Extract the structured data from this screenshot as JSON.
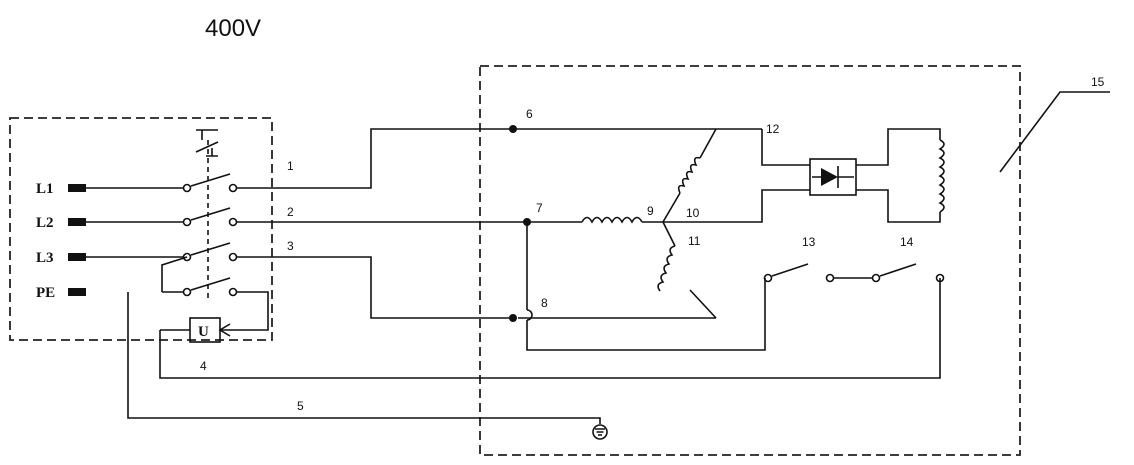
{
  "title": "400V",
  "terminals": [
    "L1",
    "L2",
    "L3",
    "PE"
  ],
  "relay_label": "U",
  "labels": [
    "1",
    "2",
    "3",
    "4",
    "5",
    "6",
    "7",
    "8",
    "9",
    "10",
    "11",
    "12",
    "13",
    "14",
    "15"
  ]
}
